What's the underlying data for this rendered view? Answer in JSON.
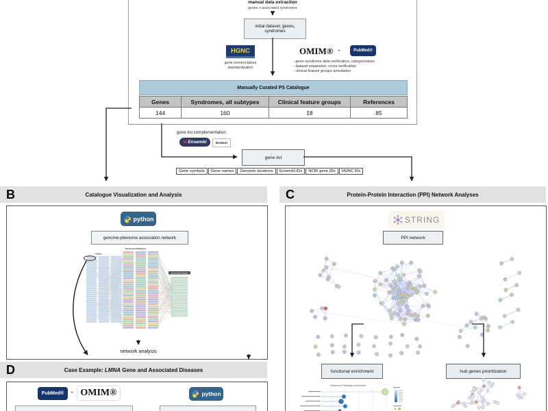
{
  "section_a": {
    "extraction_title": "manual data extraction",
    "extraction_sub": "genes + associated syndromes",
    "initial_dataset_line1": "initial dataset; genes,",
    "initial_dataset_line2": "syndromes",
    "hgnc_logo": "HGNC",
    "hgnc_caption_line1": "gene nomenclature",
    "hgnc_caption_line2": "standardization",
    "omim_logo": "OMIM®",
    "plus": "+",
    "pubmed_logo": "PubMed®",
    "bullets": [
      "-  gene-syndrome data verification, categorization",
      "-  dataset expansion; cross verification",
      "-  clinical feature groups annotation"
    ],
    "catalogue_title": "Manually Curated PS Catalogue",
    "table": {
      "headers": [
        "Genes",
        "Syndromes, all subtypes",
        "Clinical feature groups",
        "References"
      ],
      "values": [
        "144",
        "160",
        "18",
        "85"
      ]
    }
  },
  "gene_list": {
    "complementation_label": "gene list complementation",
    "ensembl_e": "e!",
    "ensembl_name": "Ensembl",
    "biomart_label": "BioMart",
    "box_label": "gene list",
    "ids": [
      "Gene symbols",
      "Gene names",
      "Genomic locations",
      "Ensembl IDs",
      "NCBI gene IDs",
      "HGNC IDs"
    ]
  },
  "section_b": {
    "letter": "B",
    "title": "Catalogue Visualization and Analysis",
    "python_logo": "python",
    "assoc_box": "genome-phenome association network",
    "col_header_left": "Genes",
    "col_header_mid": "Syndromes/Subtypes",
    "col_header_right": "clinical feature groups",
    "analysis_label": "network analysis"
  },
  "section_c": {
    "letter": "C",
    "title": "Protein-Protein Interaction (PPI) Network Analyses",
    "string_logo": "STRING",
    "ppi_box": "PPI network",
    "functional_box": "functional enrichment",
    "hub_box": "hub genes prioritization",
    "chart_title": "Reactome Pathways enrichment"
  },
  "section_d": {
    "letter": "D",
    "case_prefix": "Case Example: ",
    "case_gene": "LMNA",
    "case_suffix": " Gene and Associated Diseases",
    "pubmed_logo": "PubMed®",
    "plus": "+",
    "omim_logo": "OMIM®",
    "python_logo": "python"
  },
  "colors": {
    "accent_blue": "#aecbdb",
    "header_gray": "#e1e1e1",
    "navy": "#16356c"
  }
}
